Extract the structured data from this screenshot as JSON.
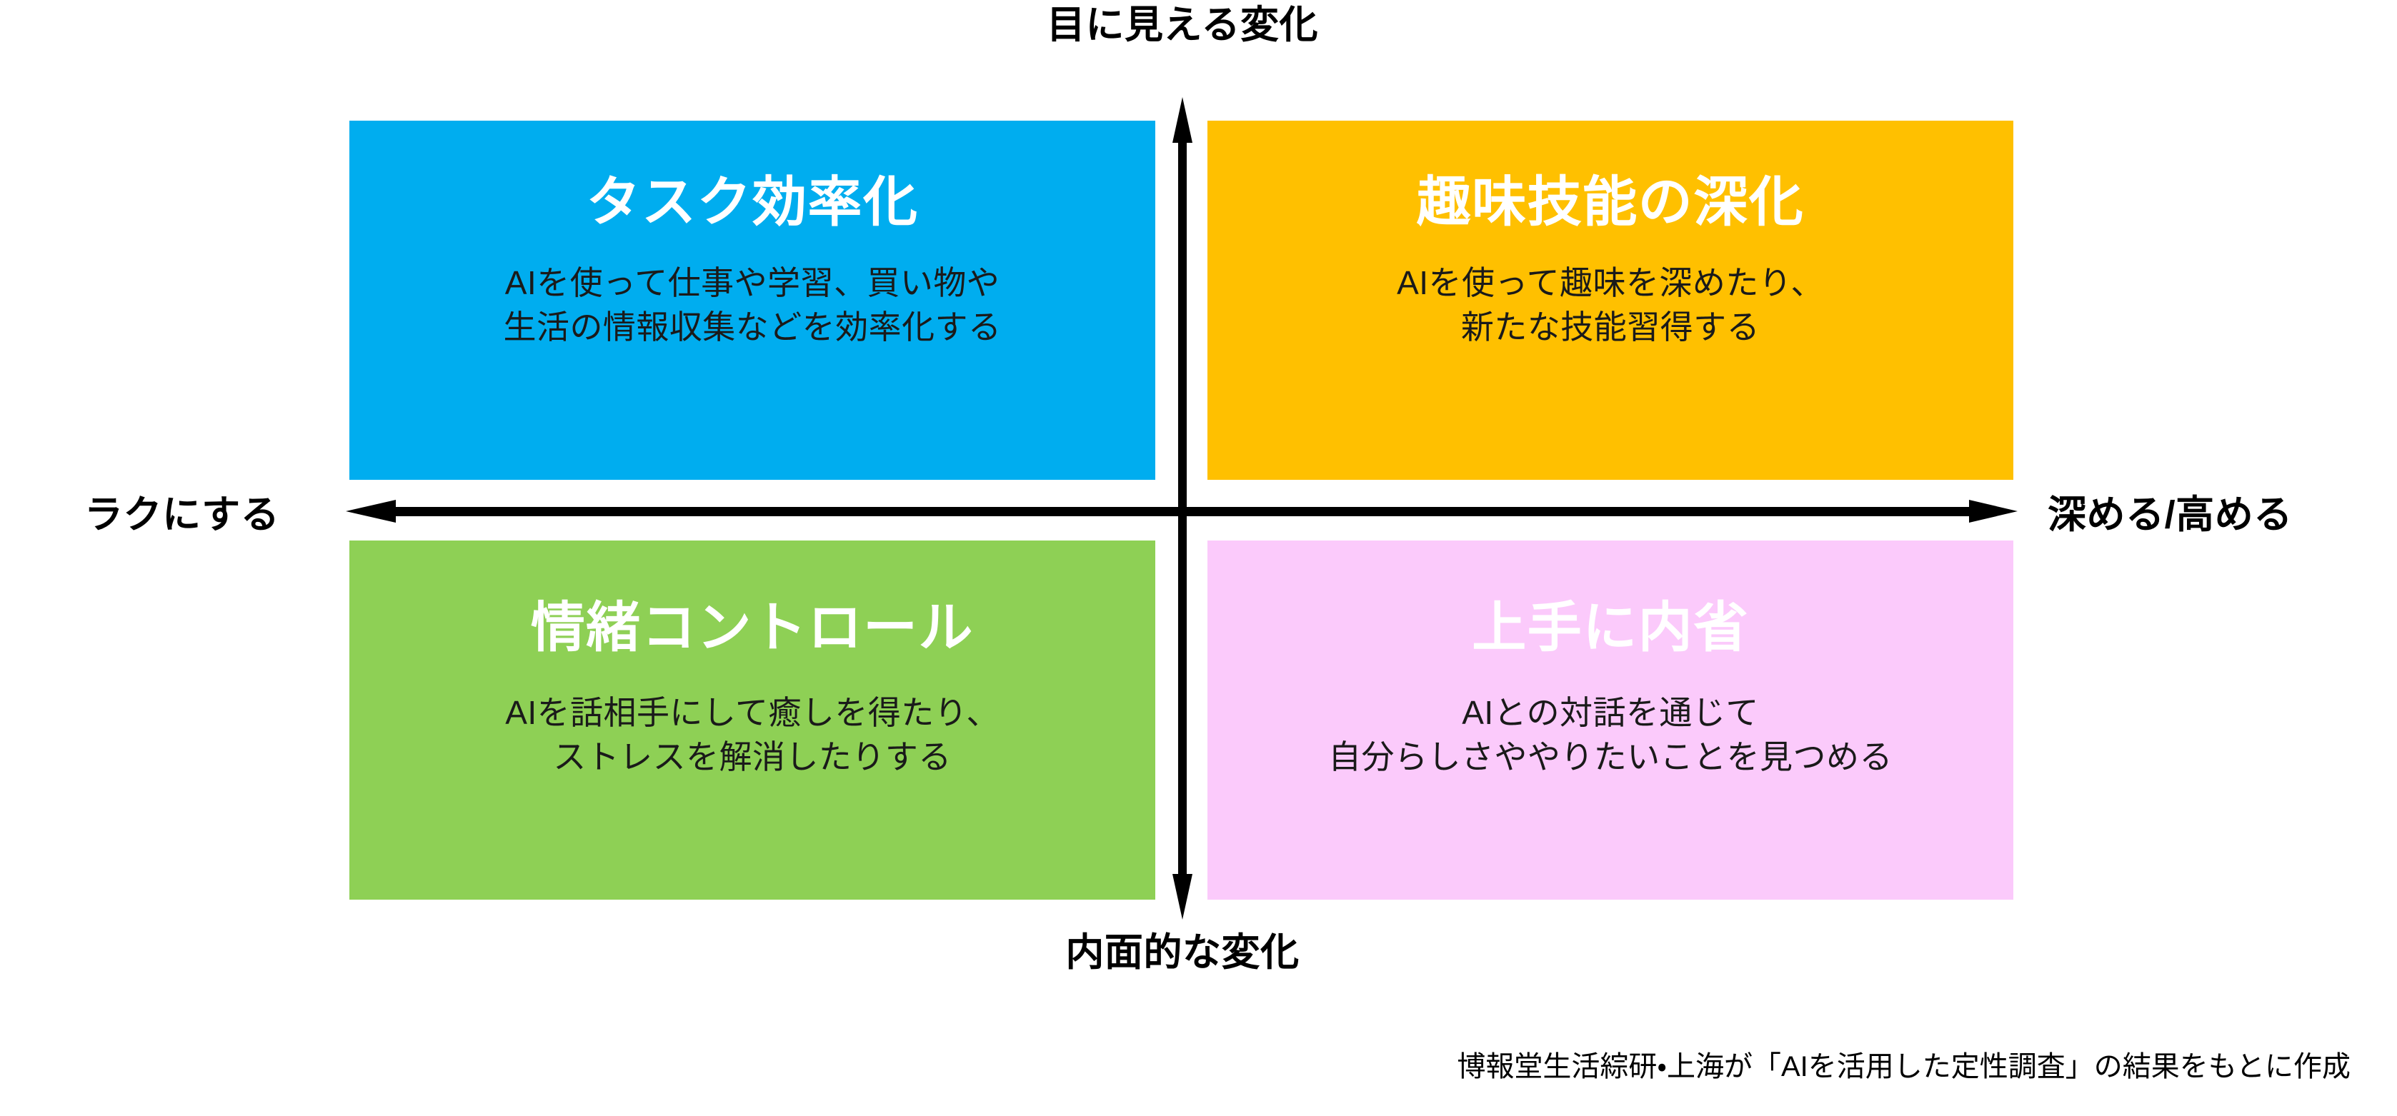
{
  "axes": {
    "top_label": "目に見える変化",
    "bottom_label": "内面的な変化",
    "left_label": "ラクにする",
    "right_label": "深める/高める",
    "vertical_icon": "double-headed-vertical-arrow-icon",
    "horizontal_icon": "double-headed-horizontal-arrow-icon"
  },
  "quadrants": {
    "top_left": {
      "title": "タスク効率化",
      "body_line1": "AIを使って仕事や学習、買い物や",
      "body_line2": "生活の情報収集などを効率化する",
      "color": "#00ADEF"
    },
    "top_right": {
      "title": "趣味技能の深化",
      "body_line1": "AIを使って趣味を深めたり、",
      "body_line2": "新たな技能習得する",
      "color": "#FFC000"
    },
    "bottom_left": {
      "title": "情緒コントロール",
      "body_line1": "AIを話相手にして癒しを得たり、",
      "body_line2": "ストレスを解消したりする",
      "color": "#8ED055"
    },
    "bottom_right": {
      "title": "上手に内省",
      "body_line1": "AIとの対話を通じて",
      "body_line2": "自分らしさややりたいことを見つめる",
      "color": "#FBCAFB"
    }
  },
  "source_note": "博報堂生活綜研・上海が「AIを活用した定性調査」の結果をもとに作成"
}
